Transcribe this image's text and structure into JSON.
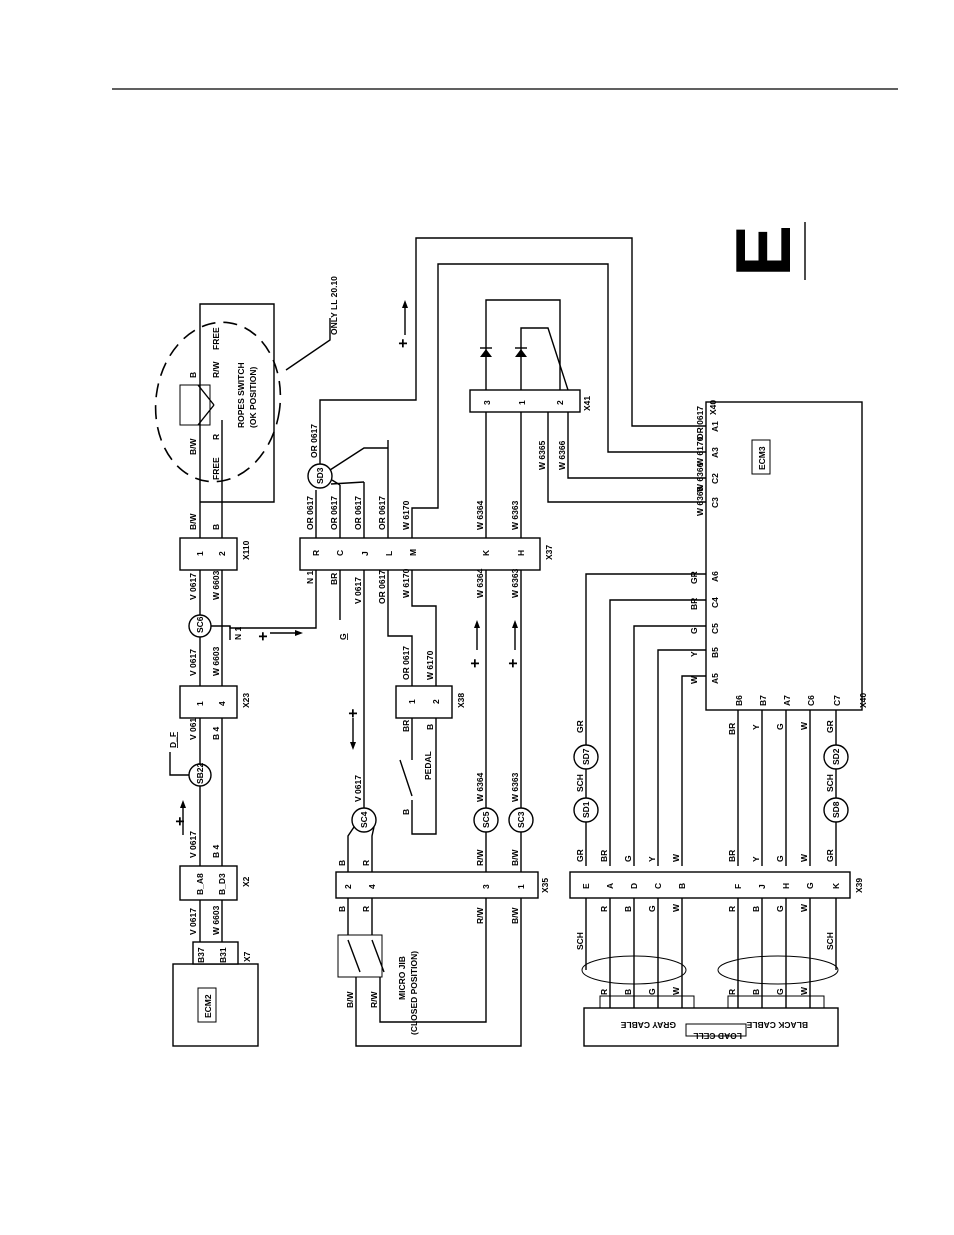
{
  "page_letter": "E",
  "note_only": "ONLY LL 20.10",
  "ropes_switch": [
    "ROPES SWITCH",
    "(OK POSITION)"
  ],
  "micro_jib": [
    "MICRO JIB",
    "(CLOSED POSITION)"
  ],
  "pedal": "PEDAL",
  "load_cell": "LOAD CELL",
  "gray_cable": "GRAY CABLE",
  "black_cable": "BLACK CABLE",
  "free": "FREE",
  "modules": {
    "ecm2": "ECM2",
    "ecm3": "ECM3"
  },
  "connectors": {
    "x7": "X7",
    "x2": "X2",
    "x23": "X23",
    "x110": "X110",
    "x37": "X37",
    "x35": "X35",
    "x38": "X38",
    "x39": "X39",
    "x40": "X40",
    "x41": "X41"
  },
  "splices": [
    "SB22",
    "SC6",
    "SD3",
    "SC4",
    "SC5",
    "SC3",
    "SD7",
    "SD1",
    "SD2",
    "SD8"
  ],
  "signal_df": "D_F",
  "signal_g": "G",
  "signal_n1": "N 1",
  "wires": {
    "v0617": "V 0617",
    "w6603": "W 6603",
    "b4": "B 4",
    "or0617": "OR 0617",
    "w6170": "W 6170",
    "w6364": "W 6364",
    "w6363": "W 6363",
    "w6365": "W 6365",
    "w6366": "W 6366",
    "br": "BR",
    "bw": "B/W",
    "rw": "R/W",
    "b": "B",
    "r": "R",
    "sch": "SCH",
    "gr": "GR",
    "g": "G",
    "y": "Y",
    "w": "W",
    "n1": "N 1"
  },
  "pins": {
    "x7": [
      "B37",
      "B31"
    ],
    "x2": [
      "B_A8",
      "B_D3"
    ],
    "x23": [
      "1",
      "4"
    ],
    "x110": [
      "1",
      "2"
    ],
    "x37": [
      "R",
      "C",
      "J",
      "L",
      "M",
      "K",
      "H"
    ],
    "x38": [
      "1",
      "2"
    ],
    "x41": [
      "3",
      "1",
      "2"
    ],
    "x35": [
      "2",
      "4",
      "3",
      "1"
    ],
    "x39": [
      "E",
      "A",
      "D",
      "C",
      "B",
      "F",
      "J",
      "H",
      "G",
      "K"
    ],
    "x40_top": [
      "A1",
      "A3",
      "C2",
      "C3"
    ],
    "x40_mid": [
      "A6",
      "C4",
      "C5",
      "B5",
      "A5"
    ],
    "x40_bottom": [
      "B6",
      "B7",
      "A7",
      "C6",
      "C7"
    ]
  },
  "plus": "+"
}
